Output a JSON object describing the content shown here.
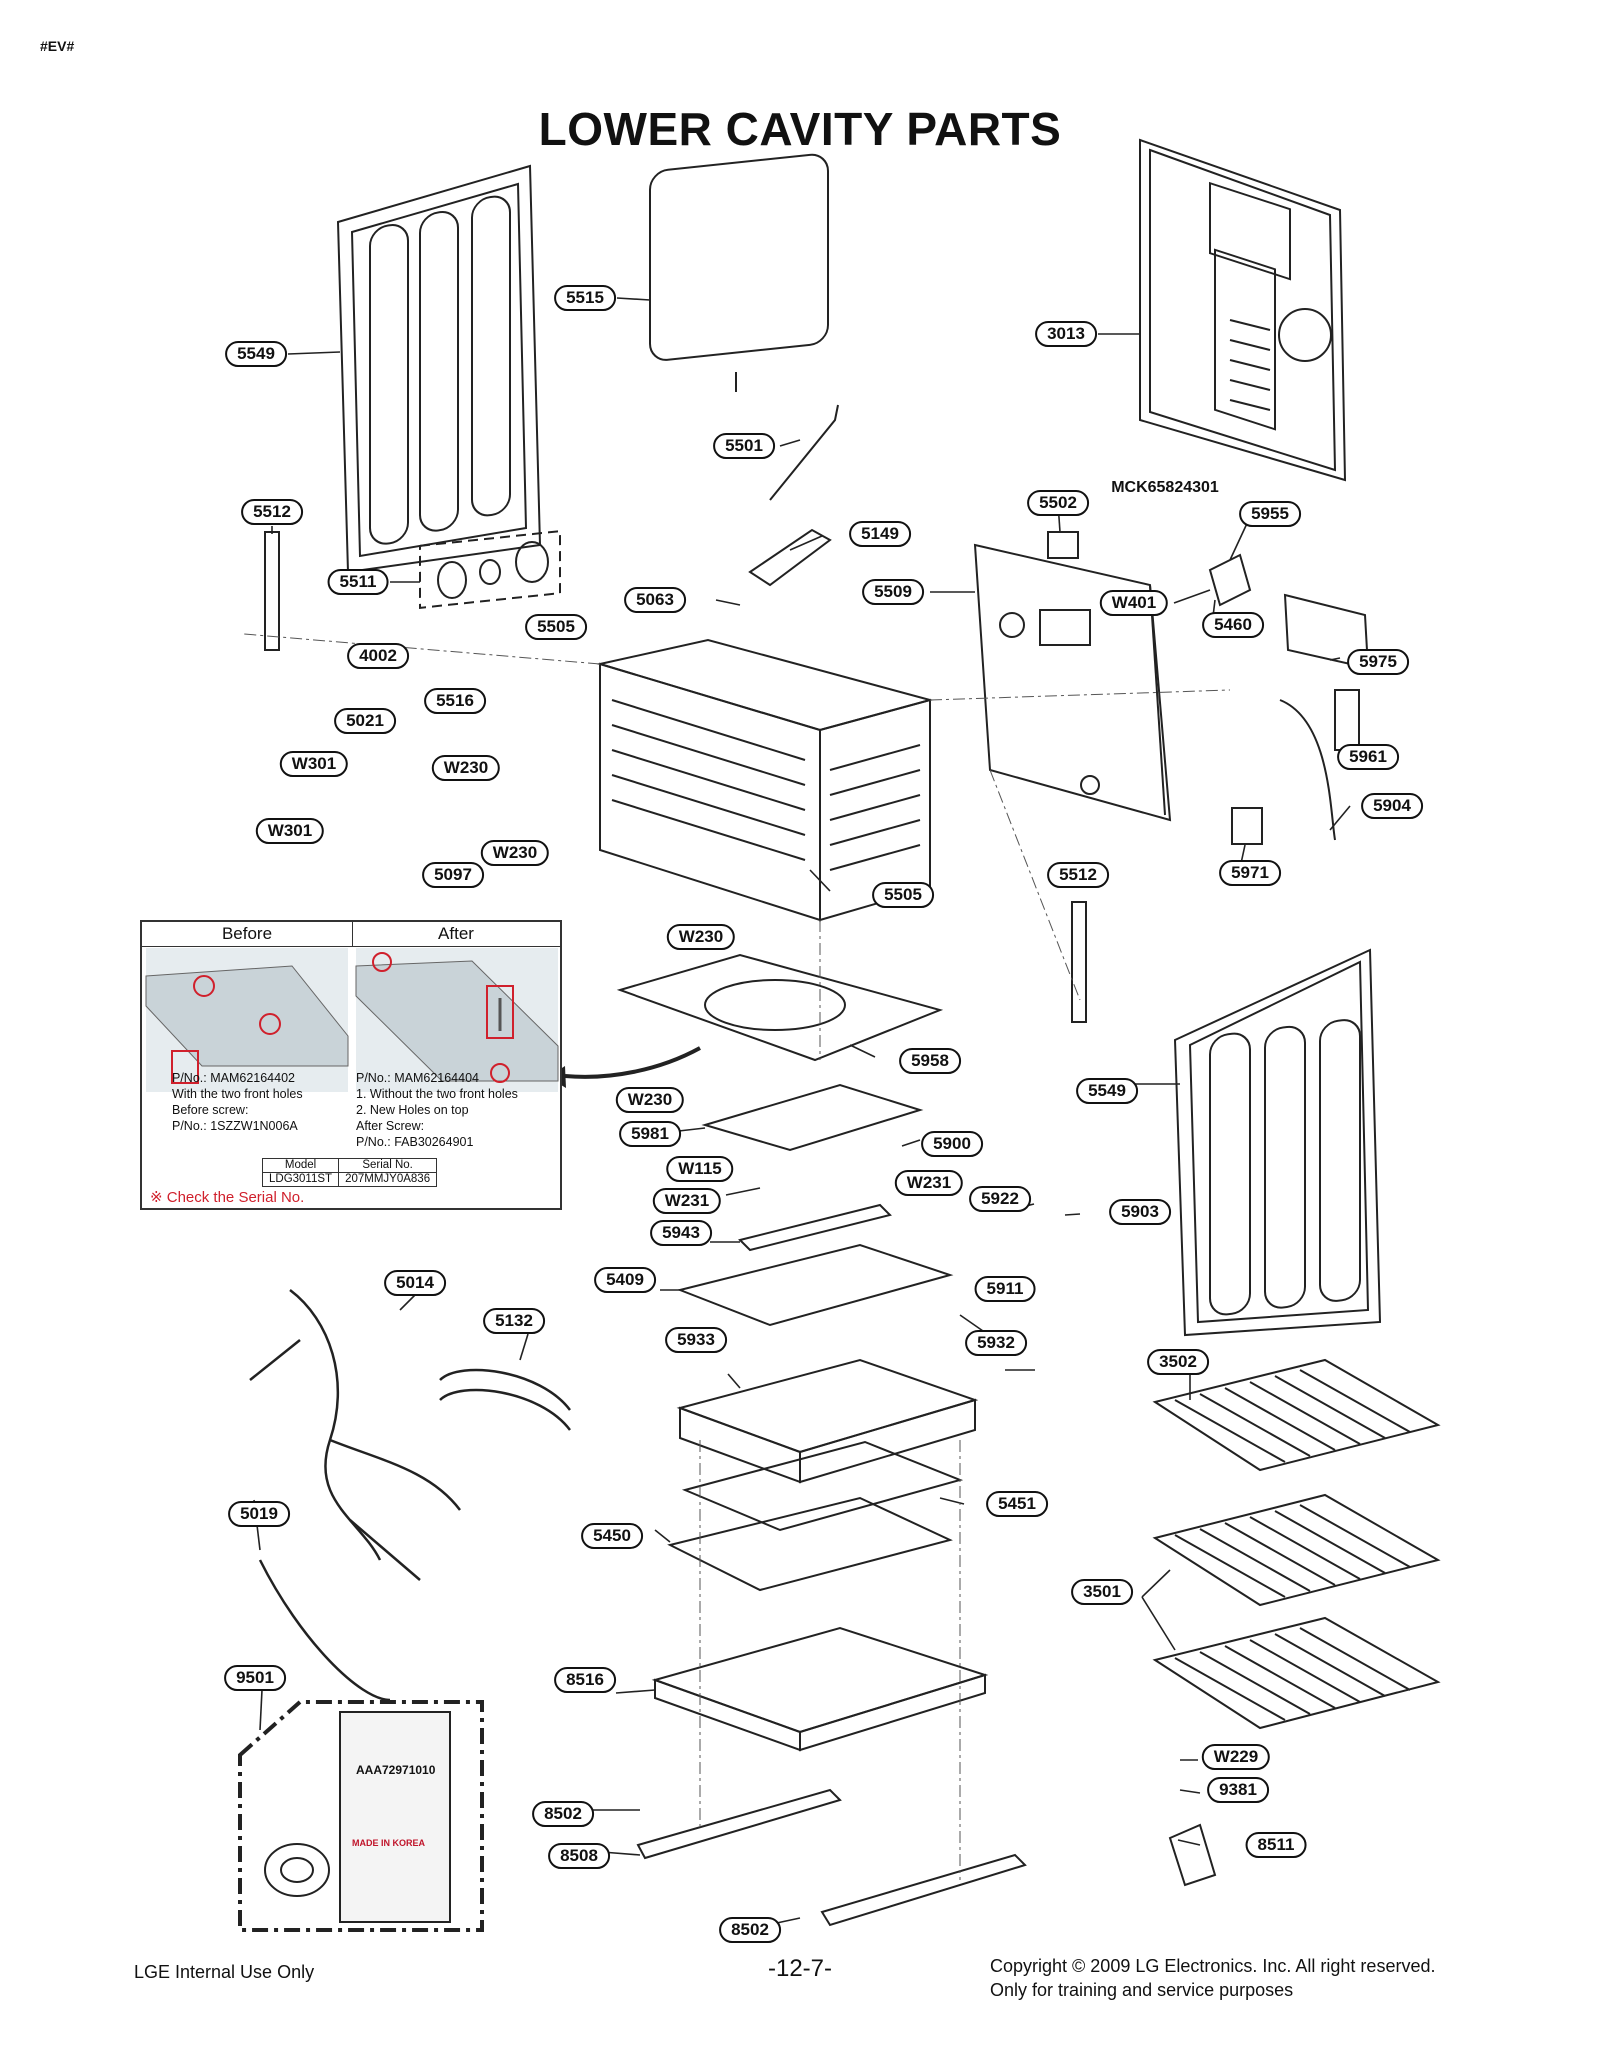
{
  "header": {
    "corner_tag": "#EV#",
    "title": "LOWER CAVITY PARTS"
  },
  "callouts": [
    {
      "id": "5549-upper",
      "label": "5549"
    },
    {
      "id": "5515",
      "label": "5515"
    },
    {
      "id": "3013",
      "label": "3013"
    },
    {
      "id": "5501",
      "label": "5501"
    },
    {
      "id": "5512-left",
      "label": "5512"
    },
    {
      "id": "5502",
      "label": "5502"
    },
    {
      "id": "5955",
      "label": "5955"
    },
    {
      "id": "5149",
      "label": "5149"
    },
    {
      "id": "5511",
      "label": "5511"
    },
    {
      "id": "5063",
      "label": "5063"
    },
    {
      "id": "5509",
      "label": "5509"
    },
    {
      "id": "W401",
      "label": "W401"
    },
    {
      "id": "5460",
      "label": "5460"
    },
    {
      "id": "5505-top",
      "label": "5505"
    },
    {
      "id": "4002",
      "label": "4002"
    },
    {
      "id": "5975",
      "label": "5975"
    },
    {
      "id": "5516",
      "label": "5516"
    },
    {
      "id": "5021",
      "label": "5021"
    },
    {
      "id": "W301-a",
      "label": "W301"
    },
    {
      "id": "W230-a",
      "label": "W230"
    },
    {
      "id": "5961",
      "label": "5961"
    },
    {
      "id": "5904",
      "label": "5904"
    },
    {
      "id": "W301-b",
      "label": "W301"
    },
    {
      "id": "W230-b",
      "label": "W230"
    },
    {
      "id": "5097",
      "label": "5097"
    },
    {
      "id": "5512-right",
      "label": "5512"
    },
    {
      "id": "5971",
      "label": "5971"
    },
    {
      "id": "5505-bottom",
      "label": "5505"
    },
    {
      "id": "W230-c",
      "label": "W230"
    },
    {
      "id": "5958",
      "label": "5958"
    },
    {
      "id": "5549-lower",
      "label": "5549"
    },
    {
      "id": "W230-d",
      "label": "W230"
    },
    {
      "id": "5981",
      "label": "5981"
    },
    {
      "id": "5900",
      "label": "5900"
    },
    {
      "id": "W115",
      "label": "W115"
    },
    {
      "id": "W231-a",
      "label": "W231"
    },
    {
      "id": "W231-b",
      "label": "W231"
    },
    {
      "id": "5922",
      "label": "5922"
    },
    {
      "id": "5903",
      "label": "5903"
    },
    {
      "id": "5943",
      "label": "5943"
    },
    {
      "id": "5409",
      "label": "5409"
    },
    {
      "id": "5911",
      "label": "5911"
    },
    {
      "id": "5014",
      "label": "5014"
    },
    {
      "id": "5132",
      "label": "5132"
    },
    {
      "id": "5933",
      "label": "5933"
    },
    {
      "id": "5932",
      "label": "5932"
    },
    {
      "id": "3502",
      "label": "3502"
    },
    {
      "id": "5451",
      "label": "5451"
    },
    {
      "id": "5019",
      "label": "5019"
    },
    {
      "id": "5450",
      "label": "5450"
    },
    {
      "id": "3501",
      "label": "3501"
    },
    {
      "id": "9501",
      "label": "9501"
    },
    {
      "id": "8516",
      "label": "8516"
    },
    {
      "id": "W229",
      "label": "W229"
    },
    {
      "id": "9381",
      "label": "9381"
    },
    {
      "id": "8502-a",
      "label": "8502"
    },
    {
      "id": "8511",
      "label": "8511"
    },
    {
      "id": "8508",
      "label": "8508"
    },
    {
      "id": "8502-b",
      "label": "8502"
    }
  ],
  "plain_labels": {
    "mck": "MCK65824301"
  },
  "inset": {
    "before_title": "Before",
    "after_title": "After",
    "before_note": [
      "P/No.: MAM62164402",
      "With the two front holes",
      "Before screw:",
      "P/No.: 1SZZW1N006A"
    ],
    "after_note": [
      "P/No.: MAM62164404",
      "1. Without the two front holes",
      "2. New Holes on top",
      "After Screw:",
      "P/No.: FAB30264901"
    ],
    "table_headers": [
      "Model",
      "Serial No."
    ],
    "table_values": [
      "LDG3011ST",
      "207MMJY0A836"
    ],
    "check_serial": "※ Check the Serial No."
  },
  "kit": {
    "code": "AAA72971010",
    "origin": "MADE IN KOREA"
  },
  "footer": {
    "left": "LGE Internal Use Only",
    "center": "-12-7-",
    "right_line1": "Copyright © 2009 LG Electronics. Inc. All right reserved.",
    "right_line2": "Only for training and service purposes"
  },
  "colors": {
    "line": "#222222",
    "accent_red": "#d0202c",
    "panel_fill": "#f4f4f4"
  }
}
